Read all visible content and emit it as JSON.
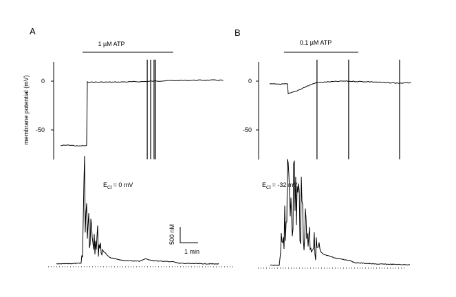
{
  "chart_data": {
    "type": "line",
    "ylabel": "membrane potential (mV)",
    "scale_bar": {
      "y_label": "500 nM",
      "x_label": "1 min",
      "y_value_nM": 500,
      "x_value_min": 1
    },
    "panels": [
      {
        "label": "A",
        "drug_label": "1 µM ATP",
        "drug_interval_min": [
          1.23,
          6.3
        ],
        "yticks": [
          {
            "value": 0,
            "label": "0"
          },
          {
            "value": -50,
            "label": "-50"
          }
        ],
        "ylim_mV": [
          -80,
          20
        ],
        "membrane_potential": [
          [
            0,
            -66
          ],
          [
            0.5,
            -65.5
          ],
          [
            1.0,
            -66.5
          ],
          [
            1.46,
            -66
          ],
          [
            1.5,
            -1
          ],
          [
            3,
            -1
          ],
          [
            4.5,
            -0.5
          ],
          [
            6,
            0.5
          ],
          [
            8,
            1
          ],
          [
            9.1,
            1
          ]
        ],
        "spikes_min": [
          4.85,
          5.04,
          5.23,
          5.31
        ],
        "calcium_label": "E",
        "calcium_sub": "Cl",
        "calcium_value": "= 0 mV",
        "calcium_nM": [
          [
            0,
            65
          ],
          [
            1.38,
            87
          ],
          [
            1.46,
            587
          ],
          [
            1.54,
            2435
          ],
          [
            1.65,
            2109
          ],
          [
            1.85,
            1457
          ],
          [
            2.23,
            913
          ],
          [
            2.62,
            478
          ],
          [
            3.0,
            261
          ],
          [
            3.77,
            174
          ],
          [
            4.65,
            152
          ],
          [
            4.85,
            196
          ],
          [
            5.0,
            239
          ],
          [
            5.31,
            174
          ],
          [
            6.65,
            130
          ],
          [
            6.85,
            87
          ],
          [
            9.08,
            65
          ]
        ]
      },
      {
        "label": "B",
        "drug_label": "0.1 µM ATP",
        "drug_interval_min": [
          0.81,
          4.96
        ],
        "yticks": [
          {
            "value": 0,
            "label": "0"
          },
          {
            "value": -50,
            "label": "-50"
          }
        ],
        "ylim_mV": [
          -80,
          20
        ],
        "membrane_potential": [
          [
            0,
            -3
          ],
          [
            1.0,
            -3
          ],
          [
            1.04,
            -13
          ],
          [
            1.46,
            -10.5
          ],
          [
            2.04,
            -5.6
          ],
          [
            2.62,
            -1.4
          ],
          [
            4.15,
            0
          ],
          [
            5.7,
            -0.7
          ],
          [
            7.04,
            -2
          ],
          [
            7.6,
            -2
          ],
          [
            7.9,
            -1.4
          ]
        ],
        "spikes_min": [
          2.65,
          4.42,
          7.27
        ],
        "calcium_label": "E",
        "calcium_sub": "Cl",
        "calcium_value": "= -32 mV",
        "calcium_nM": [
          [
            0,
            65
          ],
          [
            0.5,
            65
          ],
          [
            0.73,
            1283
          ],
          [
            1.04,
            2370
          ],
          [
            1.23,
            2543
          ],
          [
            1.42,
            2261
          ],
          [
            1.62,
            1935
          ],
          [
            2.0,
            1283
          ],
          [
            2.38,
            739
          ],
          [
            2.96,
            413
          ],
          [
            3.73,
            283
          ],
          [
            4.5,
            217
          ],
          [
            4.69,
            152
          ],
          [
            5.85,
            109
          ],
          [
            7.81,
            87
          ]
        ]
      }
    ]
  }
}
